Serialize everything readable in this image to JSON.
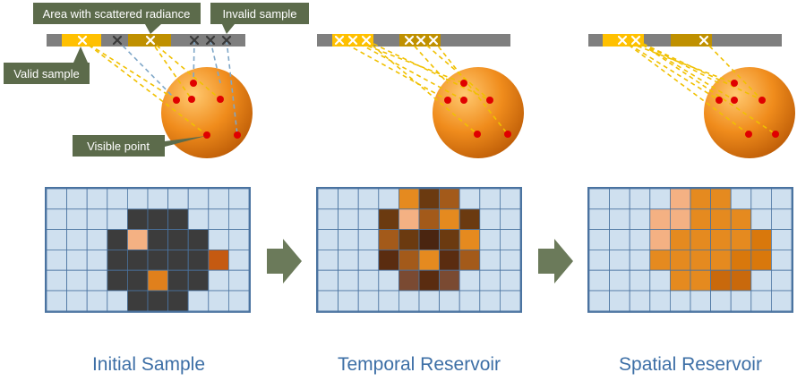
{
  "callouts": {
    "scattered_area": "Area with scattered radiance",
    "invalid_sample": "Invalid sample",
    "valid_sample": "Valid sample",
    "visible_point": "Visible point"
  },
  "captions": {
    "initial": "Initial Sample",
    "temporal": "Temporal Reservoir",
    "spatial": "Spatial Reservoir"
  },
  "colors": {
    "bar": "#7f7f7f",
    "valid_area": "#ffc000",
    "dark_valid_area": "#bf9000",
    "invalid_mark": "#3a3a3a",
    "sphere_light": "#ffb347",
    "sphere_dark": "#d9780c",
    "point": "#e00000",
    "grid_cell": "#cfe0ef",
    "grid_line": "#4a73a0",
    "callout_bg": "#5c6b4b",
    "arrow": "#6b7a5a",
    "caption": "#3d6fa6"
  },
  "icons": {
    "sample_mark": "cross-icon",
    "arrow": "right-arrow-icon"
  },
  "grids": {
    "cols": 10,
    "rows": 6,
    "initial": [
      [
        "",
        "",
        "",
        "",
        "",
        "",
        "",
        "",
        "",
        ""
      ],
      [
        "",
        "",
        "",
        "",
        "#3c3c3c",
        "#3c3c3c",
        "#3c3c3c",
        "",
        "",
        ""
      ],
      [
        "",
        "",
        "",
        "#3c3c3c",
        "#f4b183",
        "#3c3c3c",
        "#3c3c3c",
        "#3c3c3c",
        "",
        ""
      ],
      [
        "",
        "",
        "",
        "#3c3c3c",
        "#3c3c3c",
        "#3c3c3c",
        "#3c3c3c",
        "#3c3c3c",
        "#c55a11",
        ""
      ],
      [
        "",
        "",
        "",
        "#3c3c3c",
        "#3c3c3c",
        "#e0801c",
        "#3c3c3c",
        "#3c3c3c",
        "",
        ""
      ],
      [
        "",
        "",
        "",
        "",
        "#3c3c3c",
        "#3c3c3c",
        "#3c3c3c",
        "",
        "",
        ""
      ]
    ],
    "temporal": [
      [
        "",
        "",
        "",
        "",
        "#e58a1f",
        "#6b3a10",
        "#a35a1a",
        "",
        "",
        ""
      ],
      [
        "",
        "",
        "",
        "#6b3a10",
        "#f4b183",
        "#a35a1a",
        "#e58a1f",
        "#6b3a10",
        "",
        ""
      ],
      [
        "",
        "",
        "",
        "#a35a1a",
        "#6b3a10",
        "#4a2510",
        "#6b3a10",
        "#e58a1f",
        "",
        ""
      ],
      [
        "",
        "",
        "",
        "#5a2c10",
        "#a35a1a",
        "#e58a1f",
        "#5a2c10",
        "#a35a1a",
        "",
        ""
      ],
      [
        "",
        "",
        "",
        "",
        "#7a4a32",
        "#5a2c10",
        "#7a4a32",
        "",
        "",
        ""
      ],
      [
        "",
        "",
        "",
        "",
        "",
        "",
        "",
        "",
        "",
        ""
      ]
    ],
    "spatial": [
      [
        "",
        "",
        "",
        "",
        "#f4b183",
        "#e58a1f",
        "#e58a1f",
        "",
        "",
        ""
      ],
      [
        "",
        "",
        "",
        "#f4b183",
        "#f4b183",
        "#e58a1f",
        "#e58a1f",
        "#e58a1f",
        "",
        ""
      ],
      [
        "",
        "",
        "",
        "#f4b183",
        "#e58a1f",
        "#e58a1f",
        "#e58a1f",
        "#e58a1f",
        "#d9780c",
        ""
      ],
      [
        "",
        "",
        "",
        "#e58a1f",
        "#e58a1f",
        "#e58a1f",
        "#e58a1f",
        "#d9780c",
        "#d9780c",
        ""
      ],
      [
        "",
        "",
        "",
        "",
        "#e58a1f",
        "#e58a1f",
        "#c9690c",
        "#c9690c",
        "",
        ""
      ],
      [
        "",
        "",
        "",
        "",
        "",
        "",
        "",
        "",
        "",
        ""
      ]
    ]
  }
}
